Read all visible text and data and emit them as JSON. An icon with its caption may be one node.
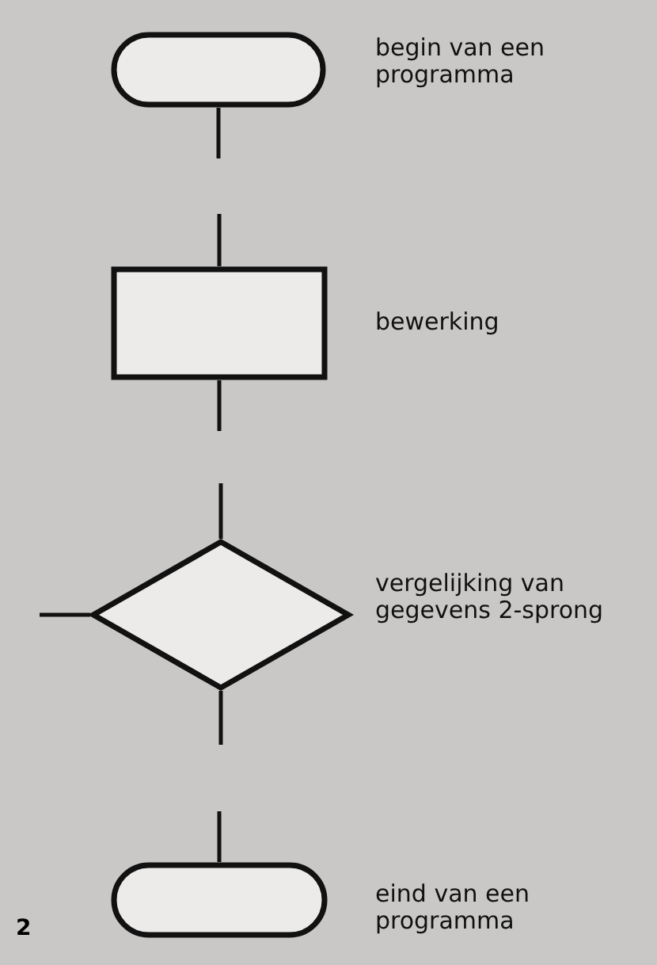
{
  "diagram": {
    "nodes": [
      {
        "text": [],
        "shape": "stadium",
        "beside": [
          "begin van een programma"
        ]
      },
      {
        "text": [],
        "shape": "box",
        "beside": [
          "bewerking"
        ]
      },
      {
        "text": [],
        "shape": "diamond",
        "beside": [
          "vergelijking van gegevens 2-sprong"
        ]
      },
      {
        "text": [],
        "shape": "stadium",
        "beside": [
          "eind van een programma"
        ]
      }
    ],
    "edges": [
      {
        "from": 0,
        "to": null,
        "arrow": "none"
      },
      {
        "from": null,
        "to": 1,
        "arrow": "none"
      },
      {
        "from": 1,
        "to": null,
        "arrow": "none"
      },
      {
        "from": null,
        "to": 2,
        "arrow": "none"
      },
      {
        "from": null,
        "to": 2,
        "arrow": "none"
      },
      {
        "from": 2,
        "to": null,
        "arrow": "none"
      },
      {
        "from": null,
        "to": 3,
        "arrow": "none"
      }
    ],
    "labels": [
      "2"
    ]
  }
}
